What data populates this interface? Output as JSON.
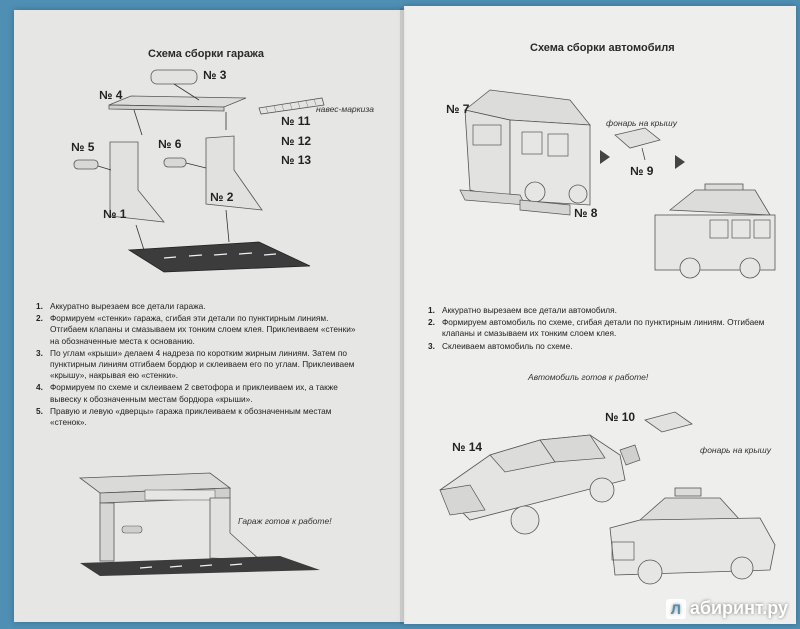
{
  "left": {
    "title": "Схема сборки гаража",
    "parts": {
      "n3": "№ 3",
      "n4": "№ 4",
      "n5": "№ 5",
      "n6": "№ 6",
      "n1": "№ 1",
      "n2": "№ 2",
      "n11": "№ 11",
      "n12": "№ 12",
      "n13": "№ 13"
    },
    "awning_label": "навес-маркиза",
    "steps": [
      {
        "n": "1.",
        "text": "Аккуратно вырезаем все детали гаража."
      },
      {
        "n": "2.",
        "text": "Формируем «стенки» гаража, сгибая эти детали по пунктирным линиям. Отгибаем клапаны и смазываем их тонким слоем клея. Приклеиваем «стенки» на обозначенные места к основанию."
      },
      {
        "n": "3.",
        "text": "По углам «крыши» делаем 4 надреза по коротким жирным линиям. Затем по пунктирным линиям отгибаем бордюр и склеиваем его по углам. Приклеиваем «крышу», накрывая ею «стенки»."
      },
      {
        "n": "4.",
        "text": "Формируем по схеме и склеиваем 2 светофора и приклеиваем их, а также вывеску к обозначенным местам бордюра «крыши»."
      },
      {
        "n": "5.",
        "text": "Правую и левую «дверцы» гаража приклеиваем к обозначенным местам «стенок»."
      }
    ],
    "ready": "Гараж готов к работе!"
  },
  "right": {
    "title": "Схема сборки автомобиля",
    "parts": {
      "n7": "№ 7",
      "n8": "№ 8",
      "n9": "№ 9",
      "n10": "№ 10",
      "n14": "№ 14"
    },
    "lamp_label_1": "фонарь на крышу",
    "lamp_label_2": "фонарь на крышу",
    "steps": [
      {
        "n": "1.",
        "text": "Аккуратно вырезаем все детали автомобиля."
      },
      {
        "n": "2.",
        "text": "Формируем автомобиль по схеме, сгибая детали по пунктирным линиям. Отгибаем клапаны и смазываем их тонким слоем клея."
      },
      {
        "n": "3.",
        "text": "Склеиваем автомобиль по схеме."
      }
    ],
    "ready": "Автомобиль готов к работе!"
  },
  "watermark": {
    "logo": "Л",
    "text": "абиринт.ру"
  },
  "colors": {
    "background": "#4f8fb4",
    "paper": "#ecedeb",
    "road": "#3c3c3c"
  }
}
